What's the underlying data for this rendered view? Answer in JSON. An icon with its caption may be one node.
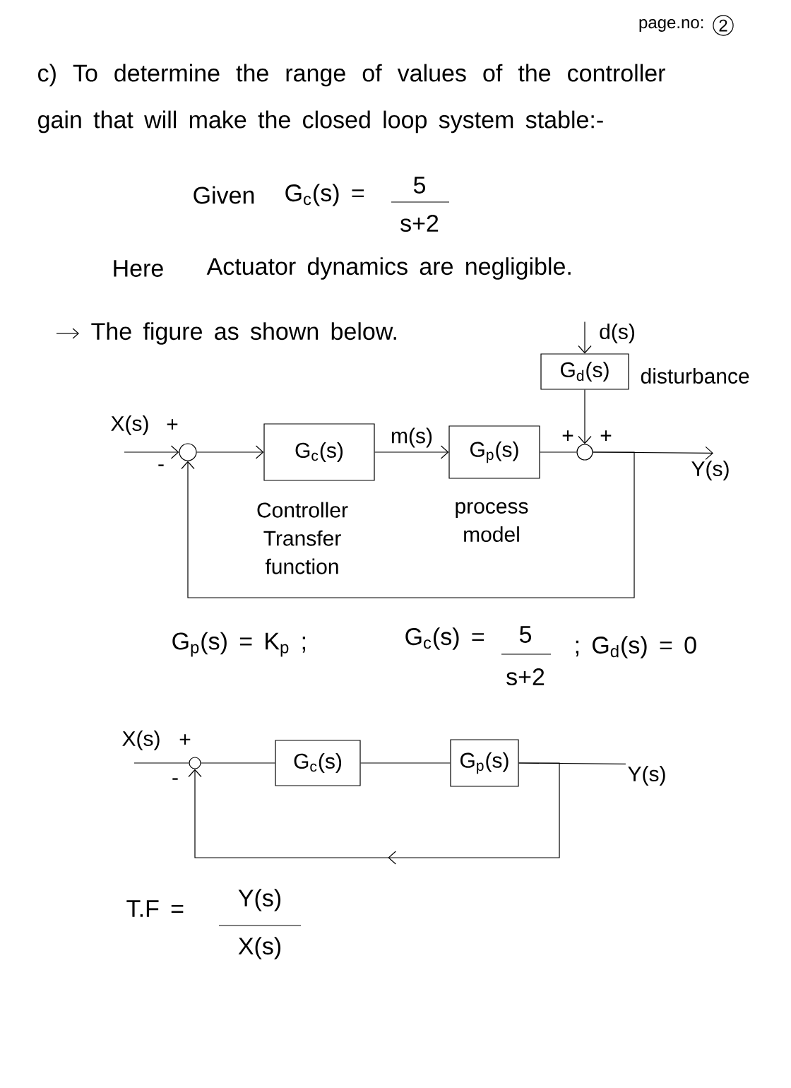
{
  "diagram": {
    "nodes": [
      {
        "text": [
          "2"
        ]
      },
      {
        "text": [
          "d(s)"
        ]
      },
      {
        "text": [
          "G$_{d}$(s)"
        ],
        "beside": [
          "disturbance"
        ]
      },
      {
        "text": [],
        "shape": "circle"
      },
      {
        "text": [
          "G$_{c}$(s)"
        ],
        "beside": [
          "Controller Transfer function"
        ]
      },
      {
        "text": [
          "G$_{p}$(s)"
        ],
        "beside": [
          "process model"
        ]
      },
      {
        "text": [],
        "shape": "circle"
      },
      {
        "text": [
          "Y(s)"
        ]
      },
      {
        "text": [],
        "shape": "circle"
      },
      {
        "text": [
          "G$_{c}$(s)"
        ]
      },
      {
        "text": [
          "G$_{p}$(s)"
        ]
      },
      {
        "text": [
          "Y(s)"
        ]
      }
    ],
    "edges": [
      {
        "from": null,
        "to": 3,
        "arrow": "to"
      },
      {
        "from": 3,
        "to": 4,
        "arrow": "to"
      },
      {
        "from": 4,
        "to": 5,
        "arrow": "to",
        "label": "m(s)"
      },
      {
        "from": 5,
        "to": 6,
        "arrow": "none"
      },
      {
        "from": 1,
        "to": 2,
        "arrow": "to"
      },
      {
        "from": 2,
        "to": 6,
        "arrow": "to"
      },
      {
        "from": 6,
        "to": 7,
        "arrow": "to"
      },
      {
        "from": 6,
        "to": 3,
        "arrow": "to"
      },
      {
        "from": null,
        "to": 8,
        "arrow": "none"
      },
      {
        "from": 8,
        "to": 9,
        "arrow": "none"
      },
      {
        "from": 9,
        "to": 10,
        "arrow": "none"
      },
      {
        "from": 10,
        "to": 11,
        "arrow": "none"
      },
      {
        "from": 10,
        "to": 8,
        "arrow": "to"
      }
    ],
    "labels": [
      "page.no:",
      "c) To determine the range of values of the controller gain that will make the closed loop system stable:-",
      "Given",
      "G$_{c}$(s) =",
      "5",
      "s+2",
      "Here",
      "Actuator dynamics are negligible.",
      "The figure as shown below.",
      "X(s)",
      "+",
      "+",
      "+",
      "-",
      "G$_{p}$(s) = K$_{p}$ ;",
      "G$_{c}$(s) =",
      "5",
      "s+2",
      "; G$_{d}$(s) = 0",
      "X(s)",
      "+",
      "-",
      "T.F =",
      "Y(s)",
      "X(s)"
    ]
  }
}
